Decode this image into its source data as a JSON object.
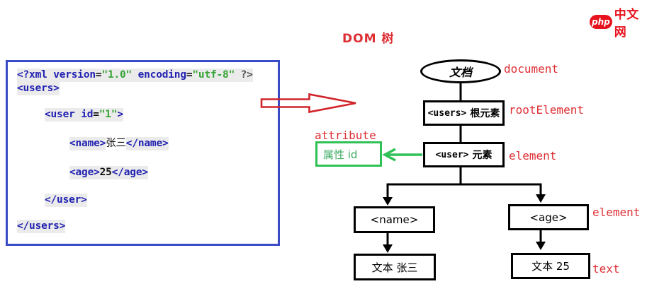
{
  "logo": {
    "badge": "php",
    "site": "中文网"
  },
  "title": "DOM 树",
  "code": {
    "lines": [
      {
        "tokens": [
          {
            "t": "<?xml ",
            "c": "tag",
            "hl": true
          },
          {
            "t": "version",
            "c": "tag",
            "hl": true
          },
          {
            "t": "=",
            "c": "plain",
            "hl": true
          },
          {
            "t": "\"1.0\"",
            "c": "value",
            "hl": true
          },
          {
            "t": " ",
            "c": "plain",
            "hl": true
          },
          {
            "t": "encoding",
            "c": "tag",
            "hl": true
          },
          {
            "t": "=",
            "c": "plain",
            "hl": true
          },
          {
            "t": "\"utf-8\"",
            "c": "value",
            "hl": true
          },
          {
            "t": " ",
            "c": "plain",
            "hl": true
          },
          {
            "t": "?>",
            "c": "muted",
            "hl": true
          }
        ]
      },
      {
        "tokens": [
          {
            "t": "<users>",
            "c": "tag",
            "hl": true
          }
        ]
      },
      {
        "tokens": [
          {
            "t": "<user ",
            "c": "tag",
            "hl": true
          },
          {
            "t": "id",
            "c": "tag",
            "hl": true
          },
          {
            "t": "=",
            "c": "plain",
            "hl": true
          },
          {
            "t": "\"1\"",
            "c": "value",
            "hl": true
          },
          {
            "t": ">",
            "c": "tag",
            "hl": true
          }
        ]
      },
      {
        "tokens": [
          {
            "t": "<name>",
            "c": "tag",
            "hl": true
          },
          {
            "t": "张三",
            "c": "cjk",
            "hl": false
          },
          {
            "t": "</name>",
            "c": "tag",
            "hl": true
          }
        ]
      },
      {
        "tokens": [
          {
            "t": "<age>",
            "c": "tag",
            "hl": true
          },
          {
            "t": "25",
            "c": "plain",
            "hl": true
          },
          {
            "t": "</age>",
            "c": "tag",
            "hl": true
          }
        ]
      },
      {
        "tokens": [
          {
            "t": "</user>",
            "c": "tag",
            "hl": true
          }
        ]
      },
      {
        "tokens": [
          {
            "t": "</users>",
            "c": "tag",
            "hl": true
          }
        ]
      }
    ]
  },
  "tree": {
    "document": {
      "node": "文档",
      "label": "document"
    },
    "root": {
      "tag": "<users>",
      "suffix": "根元素",
      "label": "rootElement"
    },
    "user": {
      "tag": "<user>",
      "suffix": "元素",
      "label": "element"
    },
    "attribute": {
      "label": "attribute",
      "text": "属性 id"
    },
    "name": {
      "tag": "<name>",
      "text": "文本 张三"
    },
    "age": {
      "tag": "<age>",
      "text": "文本 25",
      "label": "element"
    },
    "text_label": "text"
  },
  "colors": {
    "accent-red": "#dd2e34",
    "logo-red": "#e8121d",
    "code-blue": "#2222b2",
    "code-green": "#35a435",
    "code-muted": "#515151",
    "code-bg": "#ebebeb",
    "box-blue": "#3a4bc6",
    "green": "#2fc155",
    "green-text": "#3dab60",
    "arrow-red": "#d22328",
    "ink": "#111111"
  }
}
